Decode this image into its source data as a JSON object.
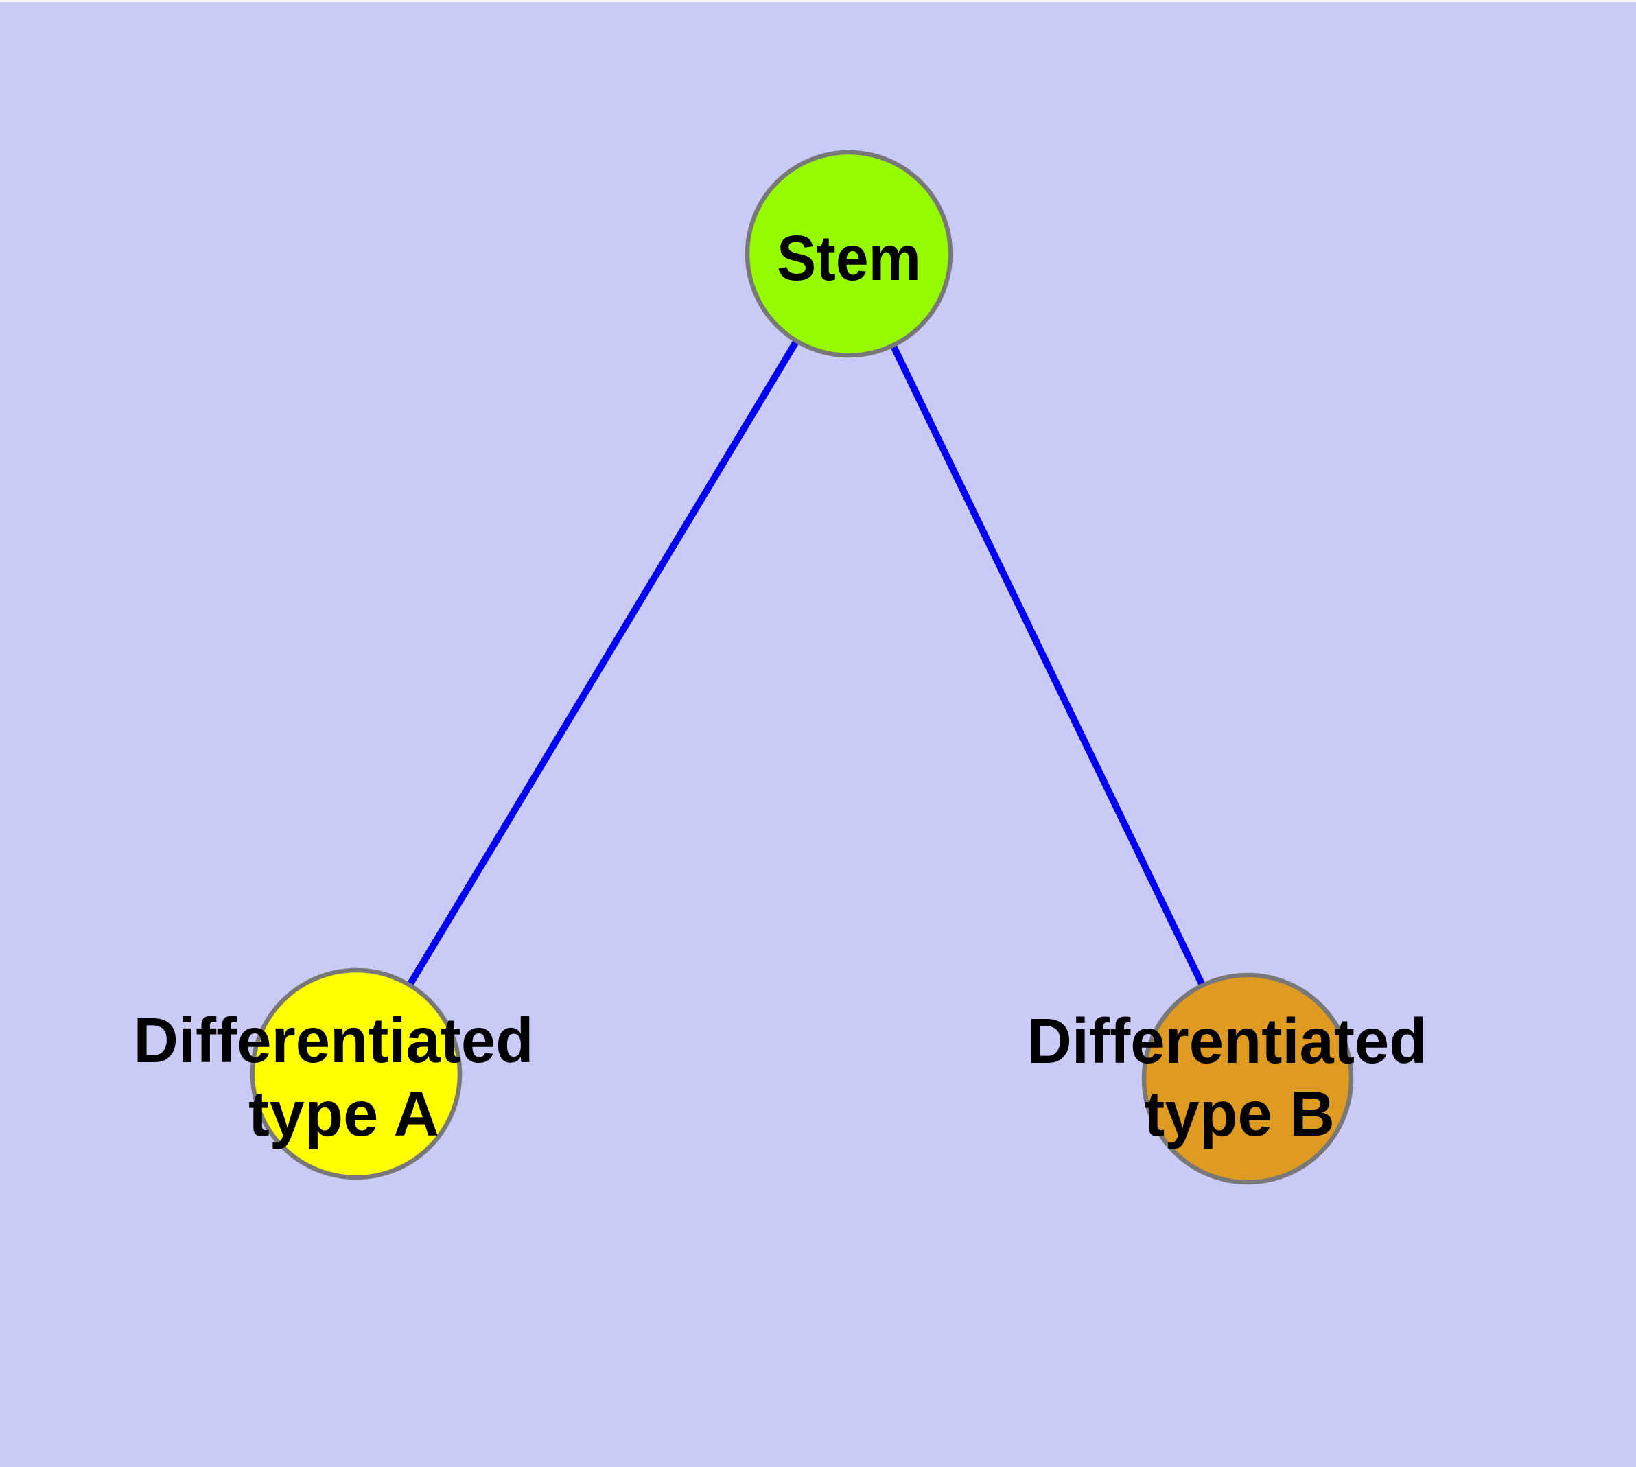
{
  "diagram": {
    "background_color": "#CACAF6",
    "top_strip_color": "#FFFFFF",
    "edge_color": "#0000EE",
    "edge_width": 10,
    "node_border_color": "#787878",
    "node_border_width": 6.5,
    "label_color": "#000000",
    "nodes": {
      "stem": {
        "label": "Stem",
        "fill": "#97FB00"
      },
      "diff_a": {
        "label_line1": "Differentiated",
        "label_line2": "type A",
        "fill": "#FFFF00"
      },
      "diff_b": {
        "label_line1": "Differentiated",
        "label_line2": "type B",
        "fill": "#DF9A22"
      }
    },
    "edges": [
      {
        "from": "Stem",
        "to": "Differentiated type A"
      },
      {
        "from": "Stem",
        "to": "Differentiated type B"
      }
    ]
  }
}
